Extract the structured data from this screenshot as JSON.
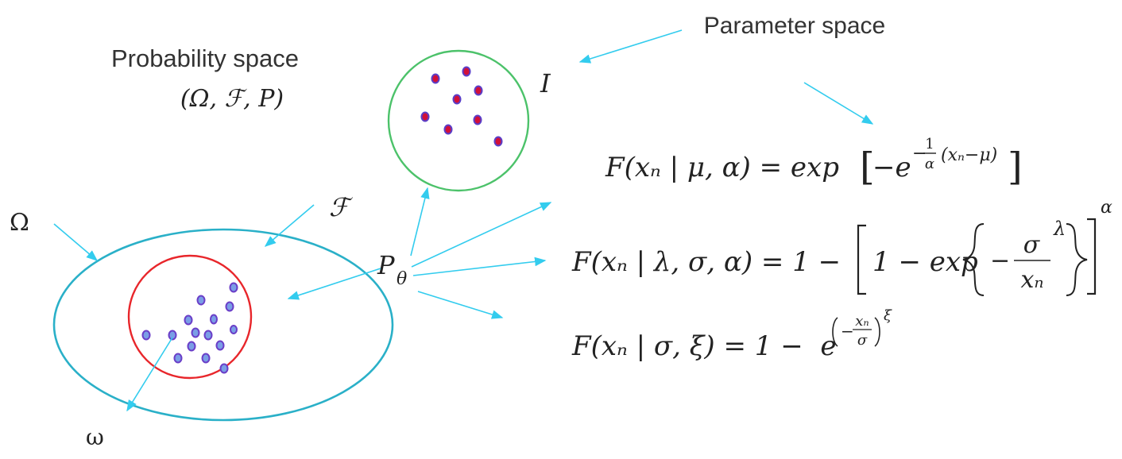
{
  "labels": {
    "probability_space": "Probability space",
    "probability_triple": "(Ω, ℱ, P)",
    "parameter_space": "Parameter space",
    "parameter_set": "I",
    "omega_upper": "Ω",
    "sigma_algebra": "ℱ",
    "measure": "P",
    "measure_sub": "θ",
    "omega_lower": "ω"
  },
  "formulas": {
    "gumbel": {
      "lhs": "F(xₙ | μ, α) = exp",
      "bracket_open": "[",
      "minus_e": "−e",
      "exp_sign": "−",
      "exp_num": "1",
      "exp_den": "α",
      "exp_tail": "(xₙ−μ)",
      "bracket_close": "]"
    },
    "frechet": {
      "lhs": "F(xₙ | λ, σ, α) = 1 −",
      "inner": "1 − exp",
      "minus": "−",
      "num": "σ",
      "den": "xₙ",
      "power_inner": "λ",
      "power_outer": "α"
    },
    "weibull": {
      "lhs": "F(xₙ | σ, ξ) = 1 −  e",
      "exp_sign": "−",
      "exp_num": "xₙ",
      "exp_den": "σ",
      "exp_power": "ξ"
    }
  },
  "colors": {
    "ellipse": "#2ab0c8",
    "red_circle": "#e8262b",
    "green_circle": "#4cc26a",
    "arrow": "#33ccee",
    "point_blue_fill": "#7a9ee6",
    "point_blue_stroke": "#6a3ec8",
    "point_red_fill": "#d21038",
    "point_red_stroke": "#5a3ec8"
  }
}
